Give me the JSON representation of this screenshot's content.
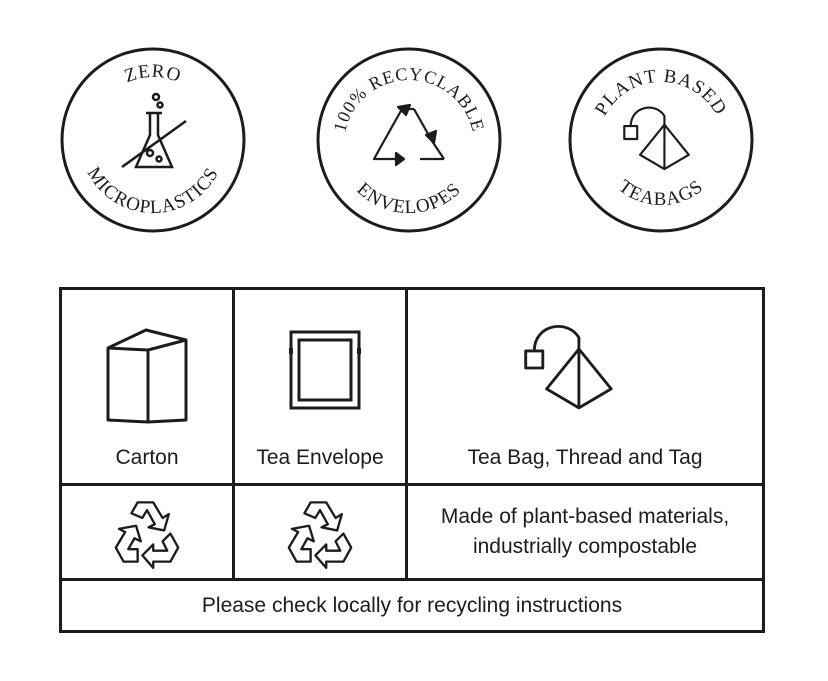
{
  "badges": [
    {
      "top": "ZERO",
      "bottom": "MICROPLASTICS",
      "icon": "no-flask-icon"
    },
    {
      "top": "100% RECYCLABLE",
      "bottom": "ENVELOPES",
      "icon": "recycle-triangle-icon"
    },
    {
      "top": "PLANT BASED",
      "bottom": "TEABAGS",
      "icon": "teabag-icon"
    }
  ],
  "table": {
    "headers": [
      {
        "label": "Carton",
        "icon": "carton-box-icon"
      },
      {
        "label": "Tea Envelope",
        "icon": "envelope-icon"
      },
      {
        "label": "Tea Bag, Thread and Tag",
        "icon": "teabag-icon"
      }
    ],
    "row2": {
      "carton_icon": "recycle-icon",
      "envelope_icon": "recycle-icon",
      "teabag_note_line1": "Made of plant-based materials,",
      "teabag_note_line2": "industrially compostable"
    },
    "footer": "Please check locally for recycling instructions"
  },
  "colors": {
    "ink": "#1c1c1c",
    "background": "#ffffff"
  }
}
